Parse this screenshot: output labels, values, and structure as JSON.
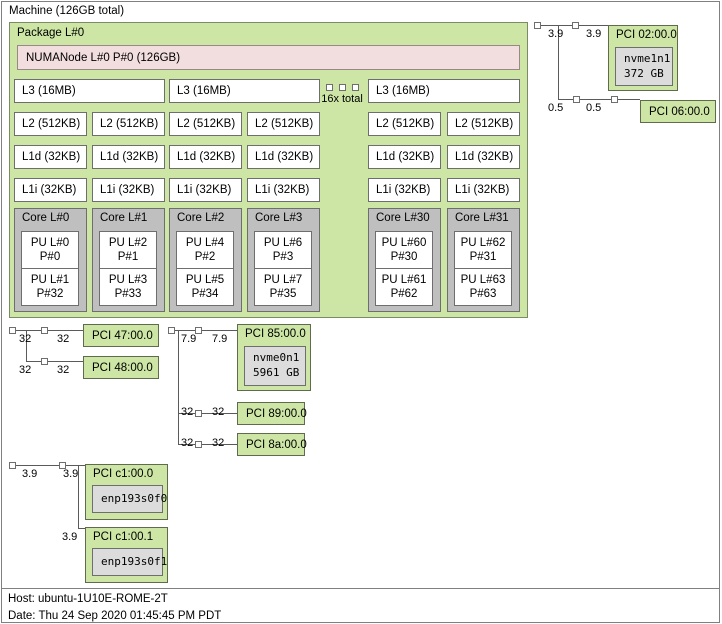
{
  "machine": {
    "label": "Machine (126GB total)"
  },
  "package": {
    "label": "Package L#0"
  },
  "numanode": {
    "label": "NUMANode L#0 P#0 (126GB)"
  },
  "caches": {
    "l3": [
      "L3 (16MB)",
      "L3 (16MB)",
      "L3 (16MB)"
    ],
    "l2": [
      "L2 (512KB)",
      "L2 (512KB)",
      "L2 (512KB)",
      "L2 (512KB)",
      "L2 (512KB)",
      "L2 (512KB)"
    ],
    "l1d": [
      "L1d (32KB)",
      "L1d (32KB)",
      "L1d (32KB)",
      "L1d (32KB)",
      "L1d (32KB)",
      "L1d (32KB)"
    ],
    "l1i": [
      "L1i (32KB)",
      "L1i (32KB)",
      "L1i (32KB)",
      "L1i (32KB)",
      "L1i (32KB)",
      "L1i (32KB)"
    ]
  },
  "ellipsis": {
    "label": "16x total",
    "count": 3
  },
  "cores": [
    {
      "label": "Core L#0",
      "pus": [
        {
          "l": "PU L#0",
          "p": "P#0"
        },
        {
          "l": "PU L#1",
          "p": "P#32"
        }
      ]
    },
    {
      "label": "Core L#1",
      "pus": [
        {
          "l": "PU L#2",
          "p": "P#1"
        },
        {
          "l": "PU L#3",
          "p": "P#33"
        }
      ]
    },
    {
      "label": "Core L#2",
      "pus": [
        {
          "l": "PU L#4",
          "p": "P#2"
        },
        {
          "l": "PU L#5",
          "p": "P#34"
        }
      ]
    },
    {
      "label": "Core L#3",
      "pus": [
        {
          "l": "PU L#6",
          "p": "P#3"
        },
        {
          "l": "PU L#7",
          "p": "P#35"
        }
      ]
    },
    {
      "label": "Core L#30",
      "pus": [
        {
          "l": "PU L#60",
          "p": "P#30"
        },
        {
          "l": "PU L#61",
          "p": "P#62"
        }
      ]
    },
    {
      "label": "Core L#31",
      "pus": [
        {
          "l": "PU L#62",
          "p": "P#31"
        },
        {
          "l": "PU L#63",
          "p": "P#63"
        }
      ]
    }
  ],
  "pci_groups": {
    "top_right": {
      "links": [
        {
          "bw_a": "3.9",
          "bw_b": "3.9"
        },
        {
          "bw_a": "0.5",
          "bw_b": "0.5"
        }
      ],
      "devices": [
        {
          "label": "PCI 02:00.0",
          "osdev": {
            "name": "nvme1n1",
            "size": "372 GB"
          }
        },
        {
          "label": "PCI 06:00.0",
          "osdev": null
        }
      ]
    },
    "bottom_left_a": {
      "links": [
        {
          "bw_a": "32",
          "bw_b": "32"
        },
        {
          "bw_a": "32",
          "bw_b": "32"
        }
      ],
      "devices": [
        {
          "label": "PCI 47:00.0",
          "osdev": null
        },
        {
          "label": "PCI 48:00.0",
          "osdev": null
        }
      ]
    },
    "bottom_left_b": {
      "links": [
        {
          "bw_a": "7.9",
          "bw_b": "7.9"
        },
        {
          "bw_a": "32",
          "bw_b": "32"
        },
        {
          "bw_a": "32",
          "bw_b": "32"
        }
      ],
      "devices": [
        {
          "label": "PCI 85:00.0",
          "osdev": {
            "name": "nvme0n1",
            "size": "5961 GB"
          }
        },
        {
          "label": "PCI 89:00.0",
          "osdev": null
        },
        {
          "label": "PCI 8a:00.0",
          "osdev": null
        }
      ]
    },
    "bottom_left_c": {
      "links": [
        {
          "bw_a": "3.9",
          "bw_b": "3.9"
        },
        {
          "bw_a": "",
          "bw_b": "3.9"
        }
      ],
      "devices": [
        {
          "label": "PCI c1:00.0",
          "osdev": {
            "name": "enp193s0f0",
            "size": ""
          }
        },
        {
          "label": "PCI c1:00.1",
          "osdev": {
            "name": "enp193s0f1",
            "size": ""
          }
        }
      ]
    }
  },
  "footer": {
    "host": "Host: ubuntu-1U10E-ROME-2T",
    "date": "Date: Thu 24 Sep 2020 01:45:45 PM PDT"
  },
  "colors": {
    "package_green": "#cde6a5",
    "numanode_pink": "#f2dede",
    "core_grey": "#bfbfbf",
    "osdev_grey": "#dcdcdc",
    "cache_white": "#ffffff",
    "border_grey": "#6e6e6e"
  }
}
